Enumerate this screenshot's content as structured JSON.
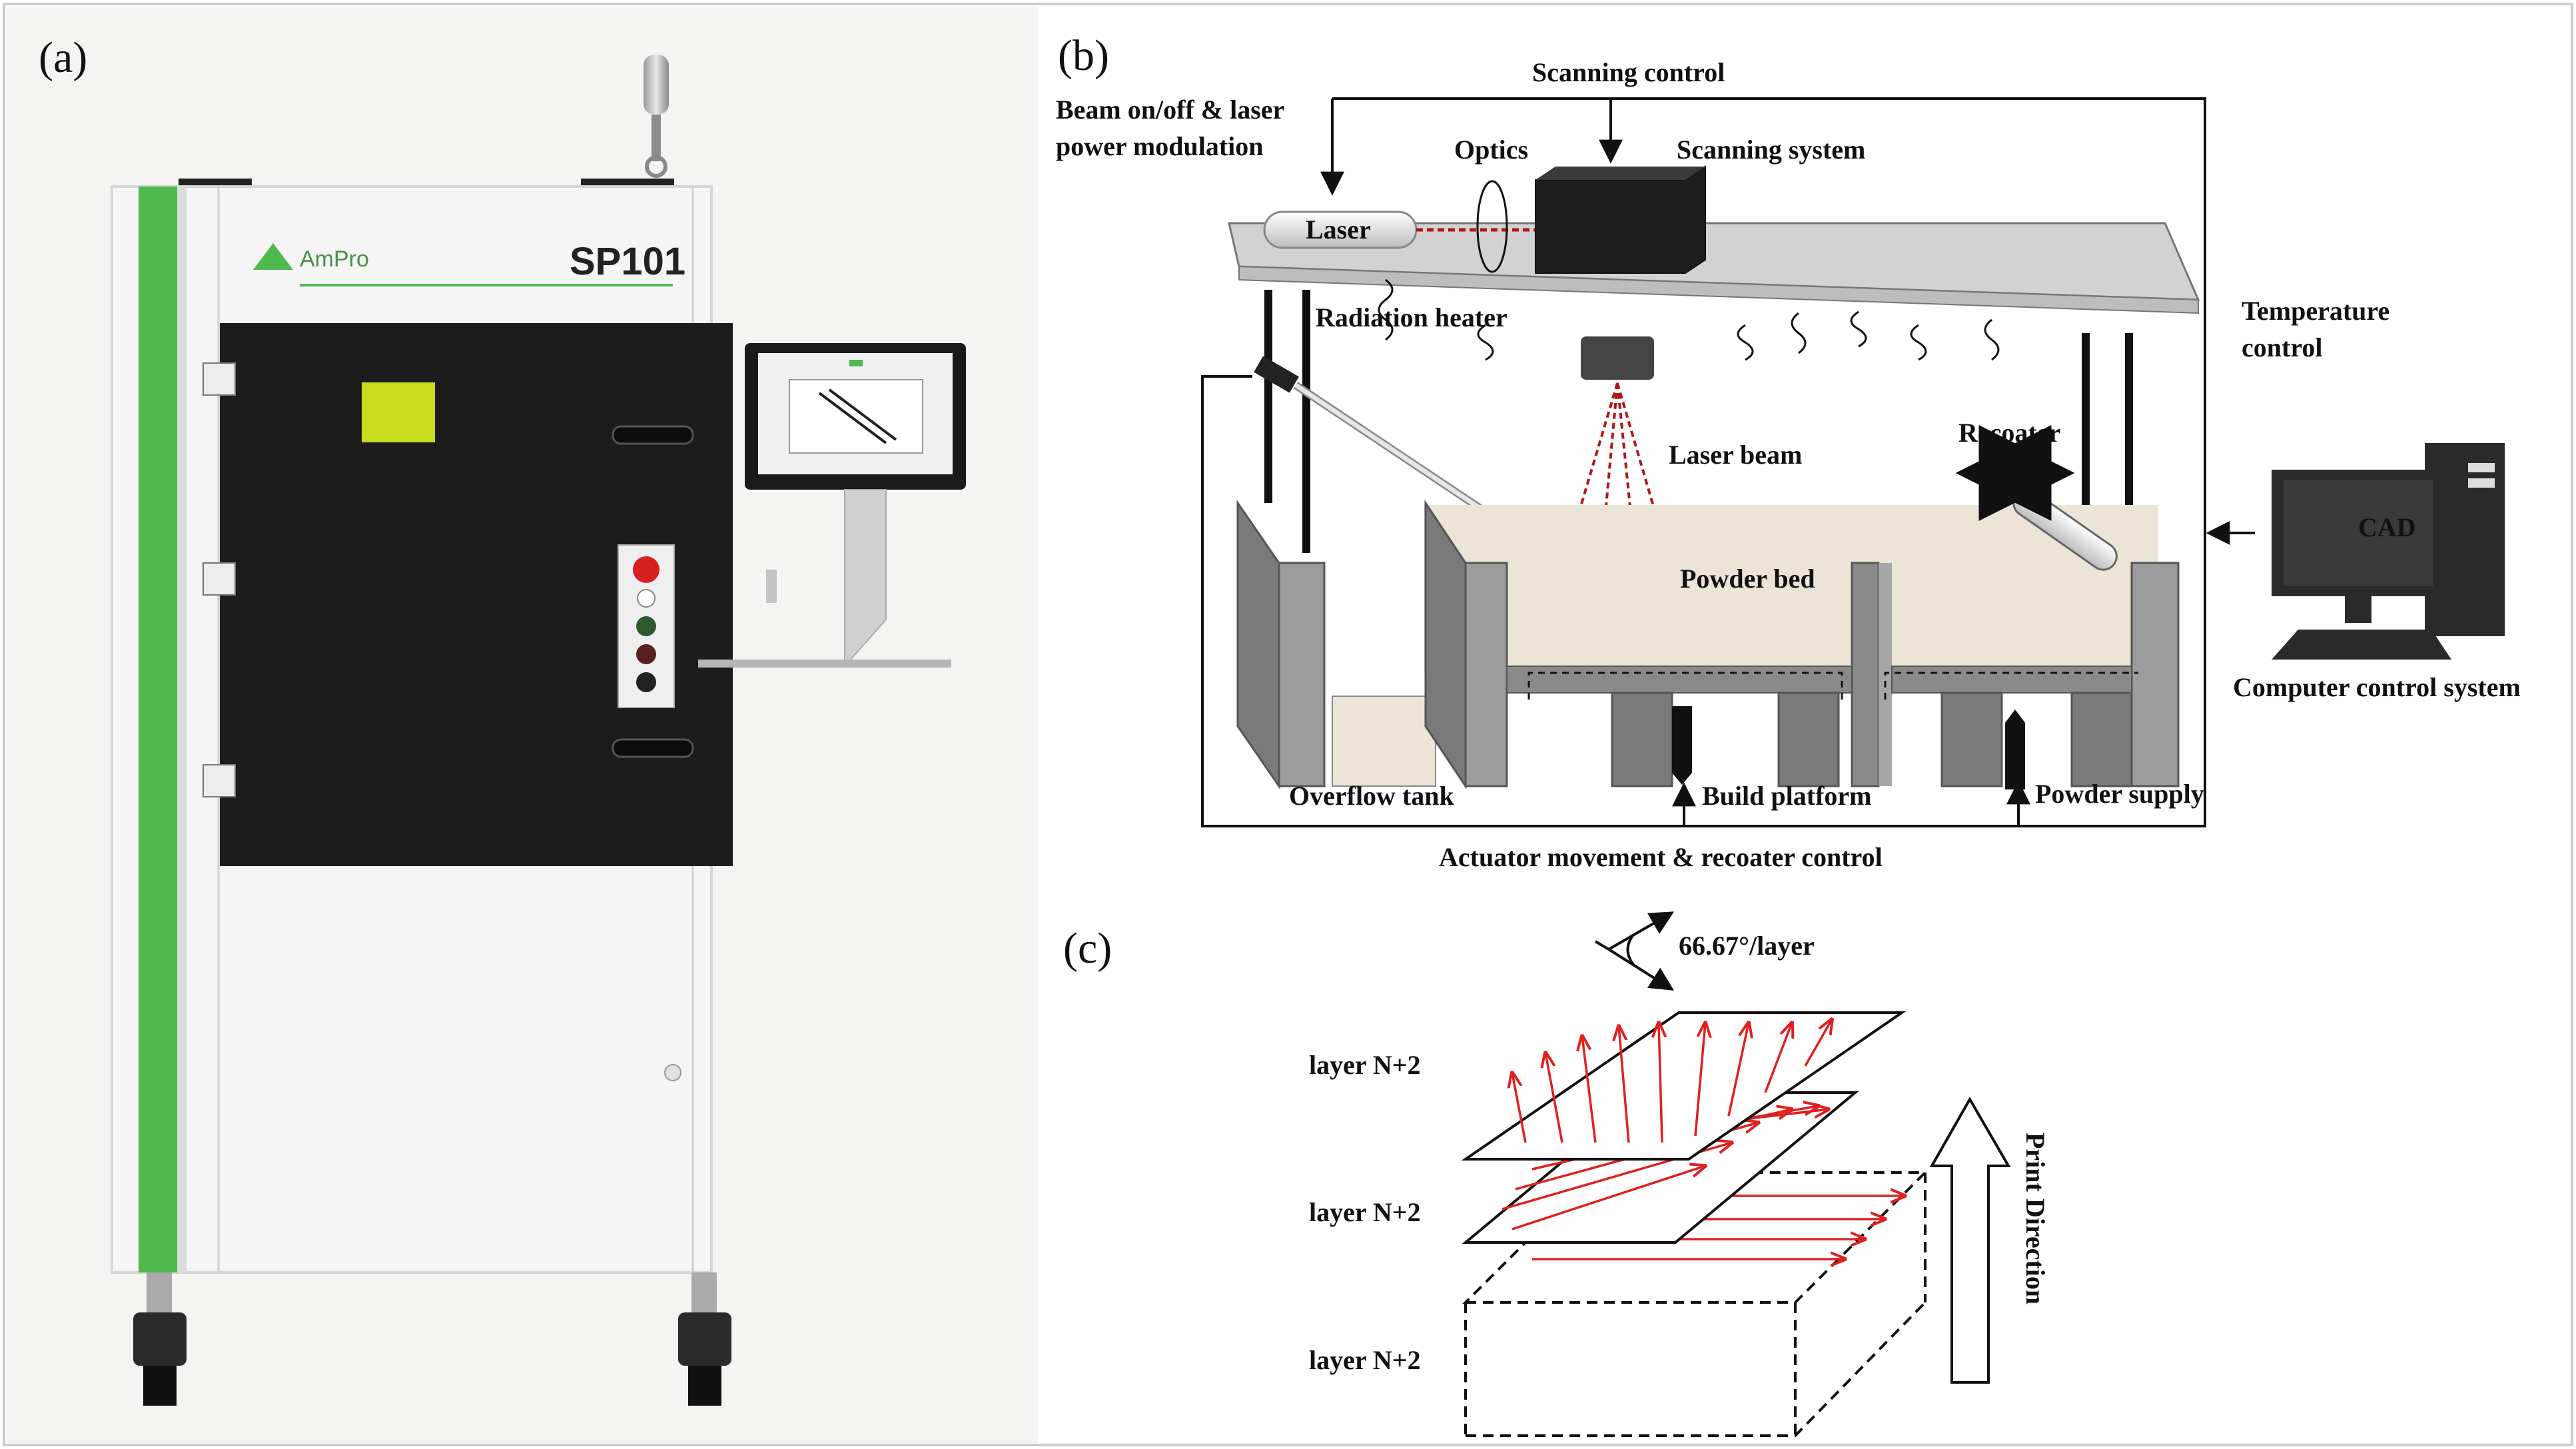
{
  "panels": {
    "a": {
      "label": "(a)"
    },
    "b": {
      "label": "(b)"
    },
    "c": {
      "label": "(c)"
    }
  },
  "machine": {
    "brand": "AmPro",
    "model": "SP101",
    "colors": {
      "accent_green": "#4fb84f",
      "door_black": "#1c1c1c",
      "body_white": "#f2f2f2",
      "viewport": "#c8dc1e"
    }
  },
  "schematic": {
    "scanning_control": "Scanning control",
    "beam_control_line1": "Beam on/off & laser",
    "beam_control_line2": "power modulation",
    "optics": "Optics",
    "scanning_system": "Scanning system",
    "laser": "Laser",
    "radiation_heater": "Radiation heater",
    "temperature_control_line1": "Temperature",
    "temperature_control_line2": "control",
    "laser_beam": "Laser beam",
    "recoater": "Recoater",
    "powder_bed": "Powder bed",
    "cad": "CAD",
    "computer_control_system": "Computer control system",
    "overflow_tank": "Overflow tank",
    "build_platform": "Build platform",
    "powder_supply": "Powder supply",
    "actuator_control": "Actuator movement & recoater control"
  },
  "scan_strategy": {
    "rotation": "66.67°/layer",
    "layer_top": "layer N+2",
    "layer_middle": "layer N+2",
    "layer_bottom": "layer N+2",
    "print_direction": "Print Direction",
    "colors": {
      "scan_vector": "#e02020"
    }
  }
}
